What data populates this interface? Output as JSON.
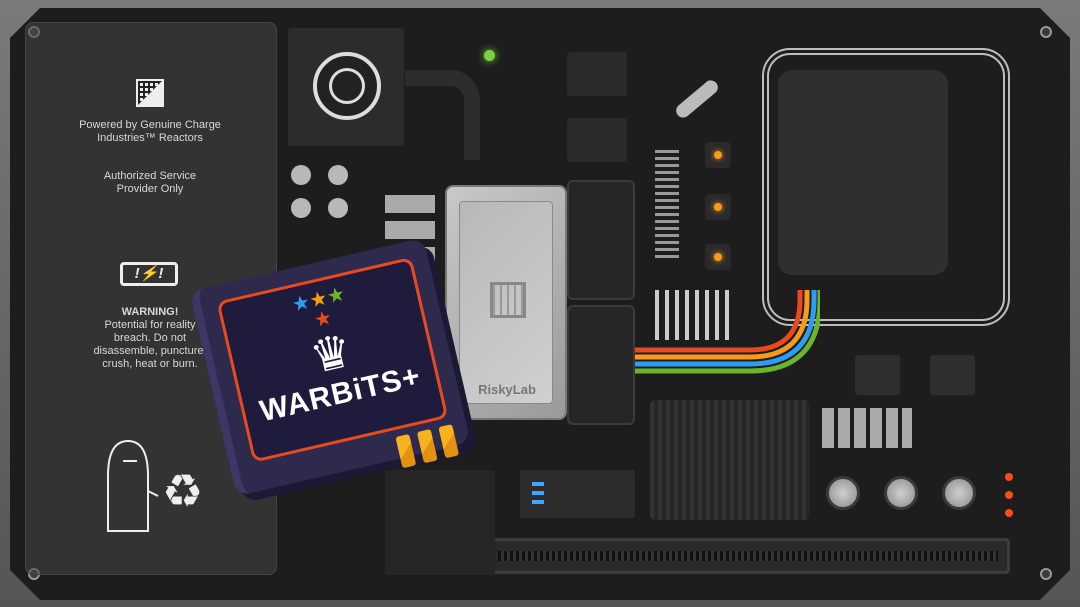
{
  "panel": {
    "powered_text": "Powered by Genuine Charge Industries™ Reactors",
    "service_text": "Authorized Service Provider Only",
    "warning_title": "WARNING!",
    "warning_text": "Potential for reality breach. Do not disassemble, puncture, crush, heat or burn."
  },
  "chip": {
    "brand": "RiskyLab"
  },
  "cartridge": {
    "title": "WARBiTS+",
    "star_colors": [
      "#2e9cf0",
      "#f2a20c",
      "#6cb52b",
      "#e84a1f"
    ],
    "border_color": "#e84a1f"
  },
  "leds": {
    "orange": "#f59a1a",
    "green": "#7ad13b",
    "blue": "#3aa8ff",
    "red": "#ff4a1a"
  },
  "wires": [
    "#e84a1f",
    "#f59a1a",
    "#2e9cf0",
    "#6cb52b"
  ]
}
